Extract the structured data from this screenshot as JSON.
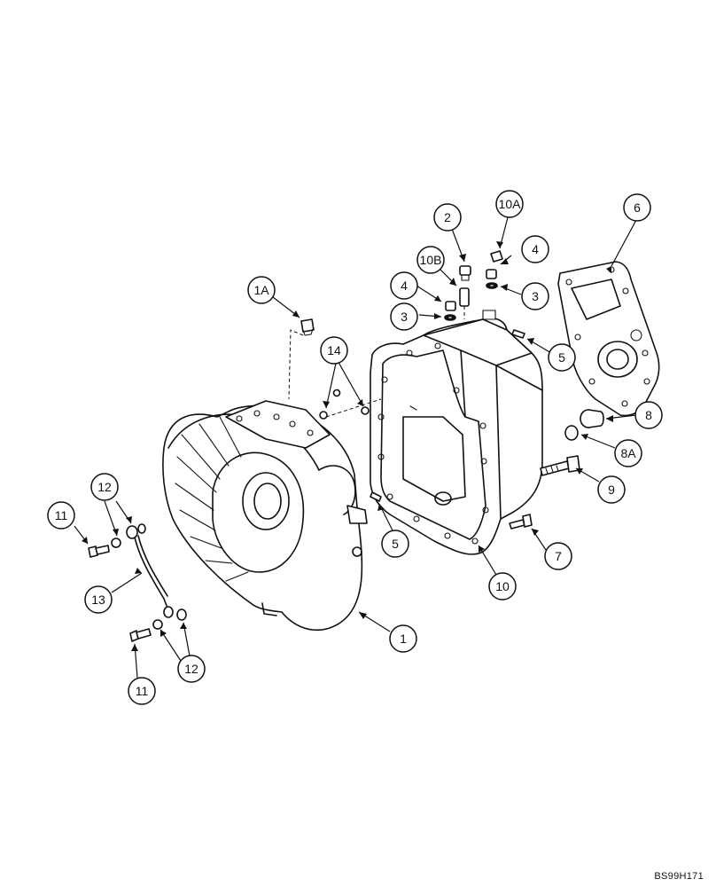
{
  "callouts": {
    "c1": "1",
    "c1a": "1A",
    "c2": "2",
    "c3a": "3",
    "c3b": "3",
    "c4a": "4",
    "c4b": "4",
    "c5a": "5",
    "c5b": "5",
    "c6": "6",
    "c7": "7",
    "c8": "8",
    "c8a": "8A",
    "c9": "9",
    "c10": "10",
    "c10a": "10A",
    "c10b": "10B",
    "c11a": "11",
    "c11b": "11",
    "c12a": "12",
    "c12b": "12",
    "c13": "13",
    "c14": "14"
  },
  "reference_code": "BS99H171"
}
